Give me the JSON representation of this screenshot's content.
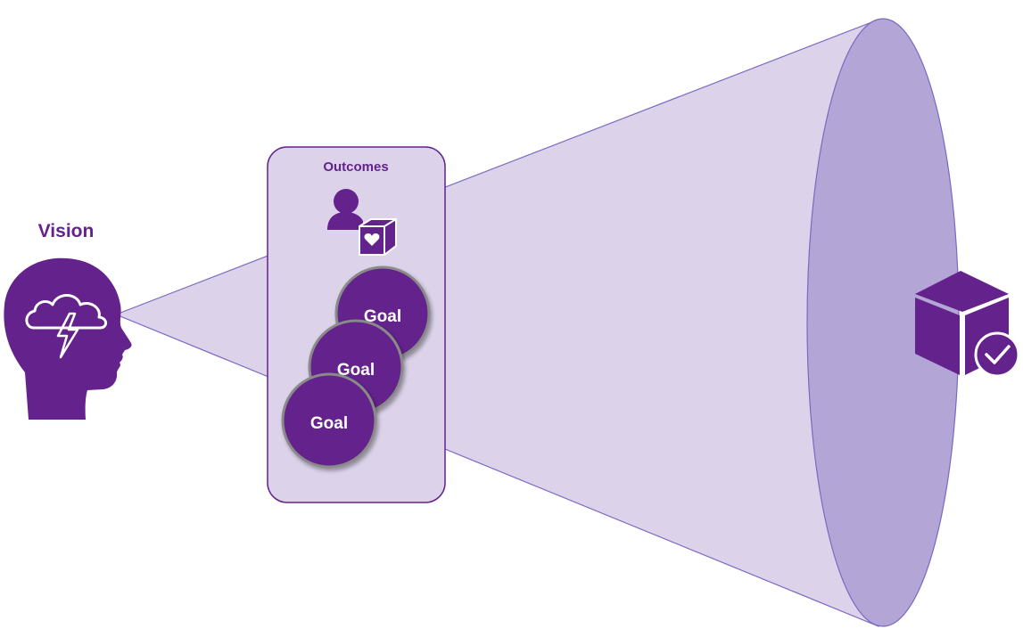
{
  "vision": {
    "label": "Vision",
    "icon": "head-with-storm-cloud-icon"
  },
  "outcomes": {
    "title": "Outcomes",
    "icon": "person-with-heart-box-icon",
    "goals": [
      "Goal",
      "Goal",
      "Goal"
    ]
  },
  "target": {
    "icon": "box-with-checkmark-icon"
  },
  "colors": {
    "primary_purple": "#64228c",
    "cone_fill": "#dcd3ea",
    "cone_stroke": "#7b68c2",
    "ellipse_fill": "#b3a6d6",
    "card_fill": "#dcd3ea",
    "goal_border": "#8a8a8a",
    "text_on_dark": "#ffffff"
  }
}
